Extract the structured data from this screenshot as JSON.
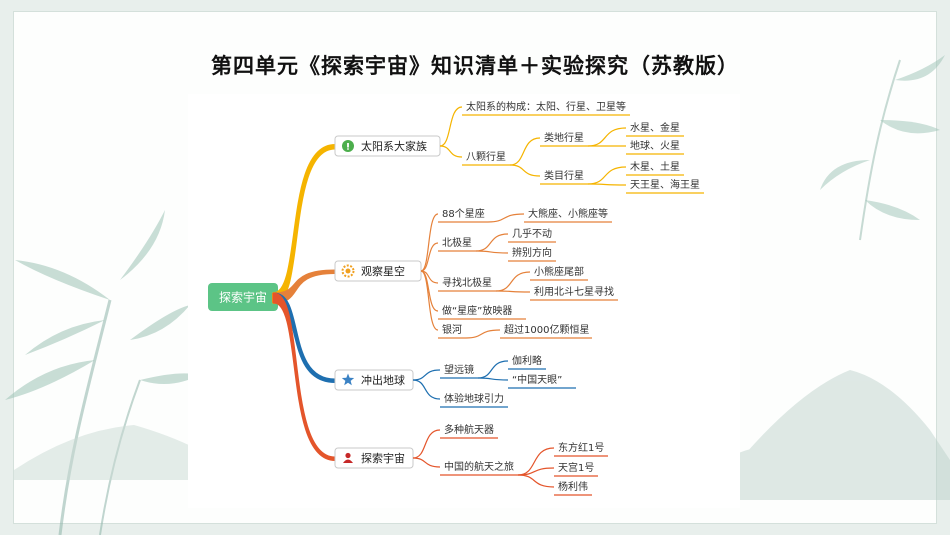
{
  "title": "第四单元《探索宇宙》知识清单＋实验探究（苏教版）",
  "mindmap": {
    "root": "探索宇宙",
    "colors": {
      "branch1": "#f5b400",
      "branch2": "#e5813a",
      "branch3": "#1e6fb0",
      "branch4": "#e4552b",
      "root_fill": "#5cc486",
      "node_border": "#c9c9c9"
    },
    "branches": [
      {
        "label": "太阳系大家族",
        "icon": "info-icon",
        "children": [
          {
            "label": "太阳系的构成：太阳、行星、卫星等"
          },
          {
            "label": "八颗行星",
            "children": [
              {
                "label": "类地行星",
                "children": [
                  {
                    "label": "水星、金星"
                  },
                  {
                    "label": "地球、火星"
                  }
                ]
              },
              {
                "label": "类目行星",
                "children": [
                  {
                    "label": "木星、土星"
                  },
                  {
                    "label": "天王星、海王星"
                  }
                ]
              }
            ]
          }
        ]
      },
      {
        "label": "观察星空",
        "icon": "gear-icon",
        "children": [
          {
            "label": "88个星座",
            "children": [
              {
                "label": "大熊座、小熊座等"
              }
            ]
          },
          {
            "label": "北极星",
            "children": [
              {
                "label": "几乎不动"
              },
              {
                "label": "辨别方向"
              }
            ]
          },
          {
            "label": "寻找北极星",
            "children": [
              {
                "label": "小熊座尾部"
              },
              {
                "label": "利用北斗七星寻找"
              }
            ]
          },
          {
            "label": "做“星座”放映器"
          },
          {
            "label": "银河",
            "children": [
              {
                "label": "超过1000亿颗恒星"
              }
            ]
          }
        ]
      },
      {
        "label": "冲出地球",
        "icon": "star-icon",
        "children": [
          {
            "label": "望远镜",
            "children": [
              {
                "label": "伽利略"
              },
              {
                "label": "“中国天眼”"
              }
            ]
          },
          {
            "label": "体验地球引力"
          }
        ]
      },
      {
        "label": "探索宇宙",
        "icon": "person-icon",
        "children": [
          {
            "label": "多种航天器"
          },
          {
            "label": "中国的航天之旅",
            "children": [
              {
                "label": "东方红1号"
              },
              {
                "label": "天宫1号"
              },
              {
                "label": "杨利伟"
              }
            ]
          }
        ]
      }
    ]
  }
}
